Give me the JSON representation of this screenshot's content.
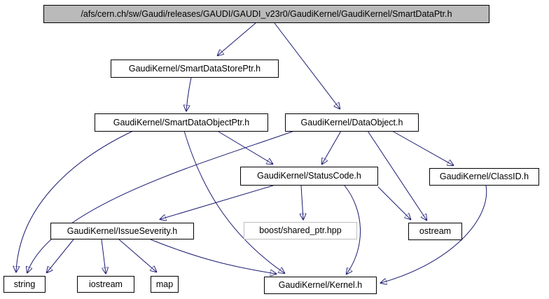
{
  "diagram": {
    "type": "include-dependency-graph",
    "nodes": {
      "main": {
        "label": "/afs/cern.ch/sw/Gaudi/releases/GAUDI/GAUDI_v23r0/GaudiKernel/GaudiKernel/SmartDataPtr.h",
        "kind": "root"
      },
      "storeptr": {
        "label": "GaudiKernel/SmartDataStorePtr.h",
        "kind": "header"
      },
      "objectptr": {
        "label": "GaudiKernel/SmartDataObjectPtr.h",
        "kind": "header"
      },
      "dataobject": {
        "label": "GaudiKernel/DataObject.h",
        "kind": "header"
      },
      "statuscode": {
        "label": "GaudiKernel/StatusCode.h",
        "kind": "header"
      },
      "classid": {
        "label": "GaudiKernel/ClassID.h",
        "kind": "header"
      },
      "issueseverity": {
        "label": "GaudiKernel/IssueSeverity.h",
        "kind": "header"
      },
      "sharedptr": {
        "label": "boost/shared_ptr.hpp",
        "kind": "external"
      },
      "ostream": {
        "label": "ostream",
        "kind": "header"
      },
      "string": {
        "label": "string",
        "kind": "header"
      },
      "iostream": {
        "label": "iostream",
        "kind": "header"
      },
      "map": {
        "label": "map",
        "kind": "header"
      },
      "kernel": {
        "label": "GaudiKernel/Kernel.h",
        "kind": "header"
      }
    },
    "edges": [
      {
        "from": "main",
        "to": "storeptr"
      },
      {
        "from": "main",
        "to": "dataobject"
      },
      {
        "from": "storeptr",
        "to": "objectptr"
      },
      {
        "from": "objectptr",
        "to": "string"
      },
      {
        "from": "objectptr",
        "to": "kernel"
      },
      {
        "from": "objectptr",
        "to": "statuscode"
      },
      {
        "from": "dataobject",
        "to": "string"
      },
      {
        "from": "dataobject",
        "to": "statuscode"
      },
      {
        "from": "dataobject",
        "to": "ostream"
      },
      {
        "from": "dataobject",
        "to": "classid"
      },
      {
        "from": "statuscode",
        "to": "issueseverity"
      },
      {
        "from": "statuscode",
        "to": "sharedptr"
      },
      {
        "from": "statuscode",
        "to": "ostream"
      },
      {
        "from": "statuscode",
        "to": "kernel"
      },
      {
        "from": "issueseverity",
        "to": "string"
      },
      {
        "from": "issueseverity",
        "to": "iostream"
      },
      {
        "from": "issueseverity",
        "to": "map"
      },
      {
        "from": "issueseverity",
        "to": "kernel"
      },
      {
        "from": "classid",
        "to": "kernel"
      }
    ],
    "colors": {
      "edge": "#191970",
      "root_fill": "#bababa",
      "node_fill": "#ffffff",
      "node_border": "#000000",
      "external_border": "#bebebe",
      "text": "#000000",
      "background": "#ffffff"
    }
  }
}
